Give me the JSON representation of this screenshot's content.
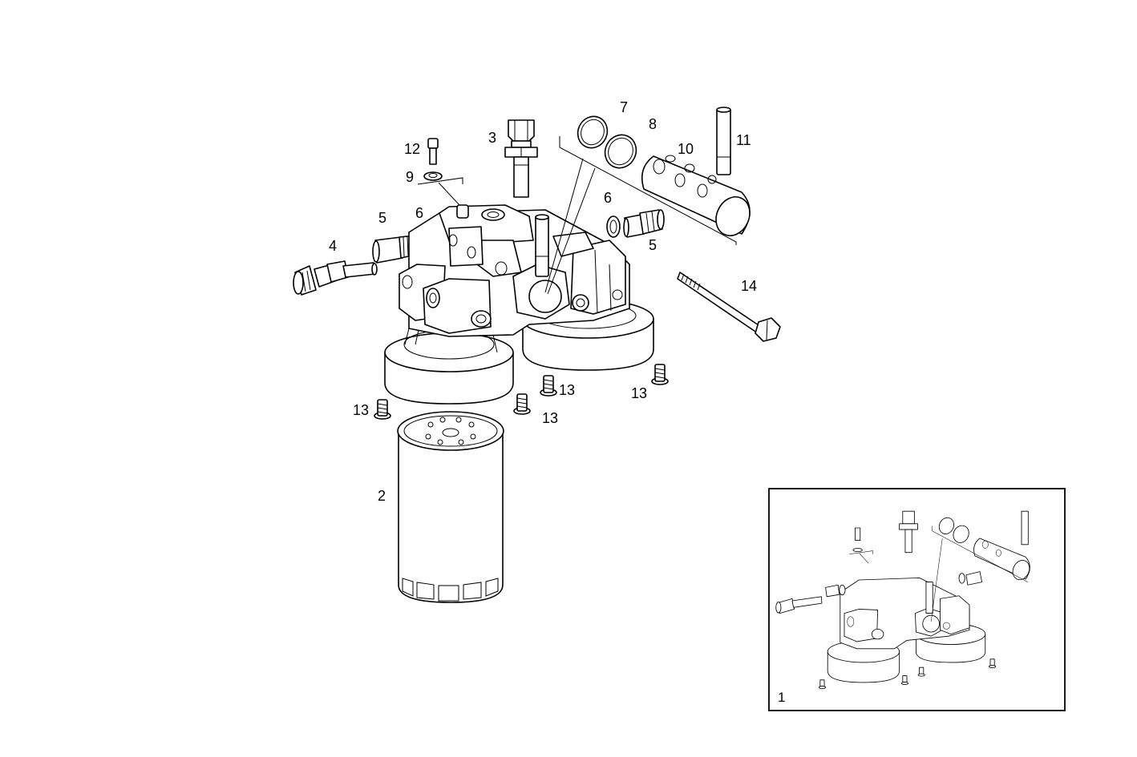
{
  "labels": {
    "p1": "1",
    "p2": "2",
    "p3": "3",
    "p4": "4",
    "p5a": "5",
    "p5b": "5",
    "p6a": "6",
    "p6b": "6",
    "p7": "7",
    "p8": "8",
    "p9": "9",
    "p10": "10",
    "p11": "11",
    "p12": "12",
    "p13a": "13",
    "p13b": "13",
    "p13c": "13",
    "p13d": "13",
    "p14": "14"
  }
}
